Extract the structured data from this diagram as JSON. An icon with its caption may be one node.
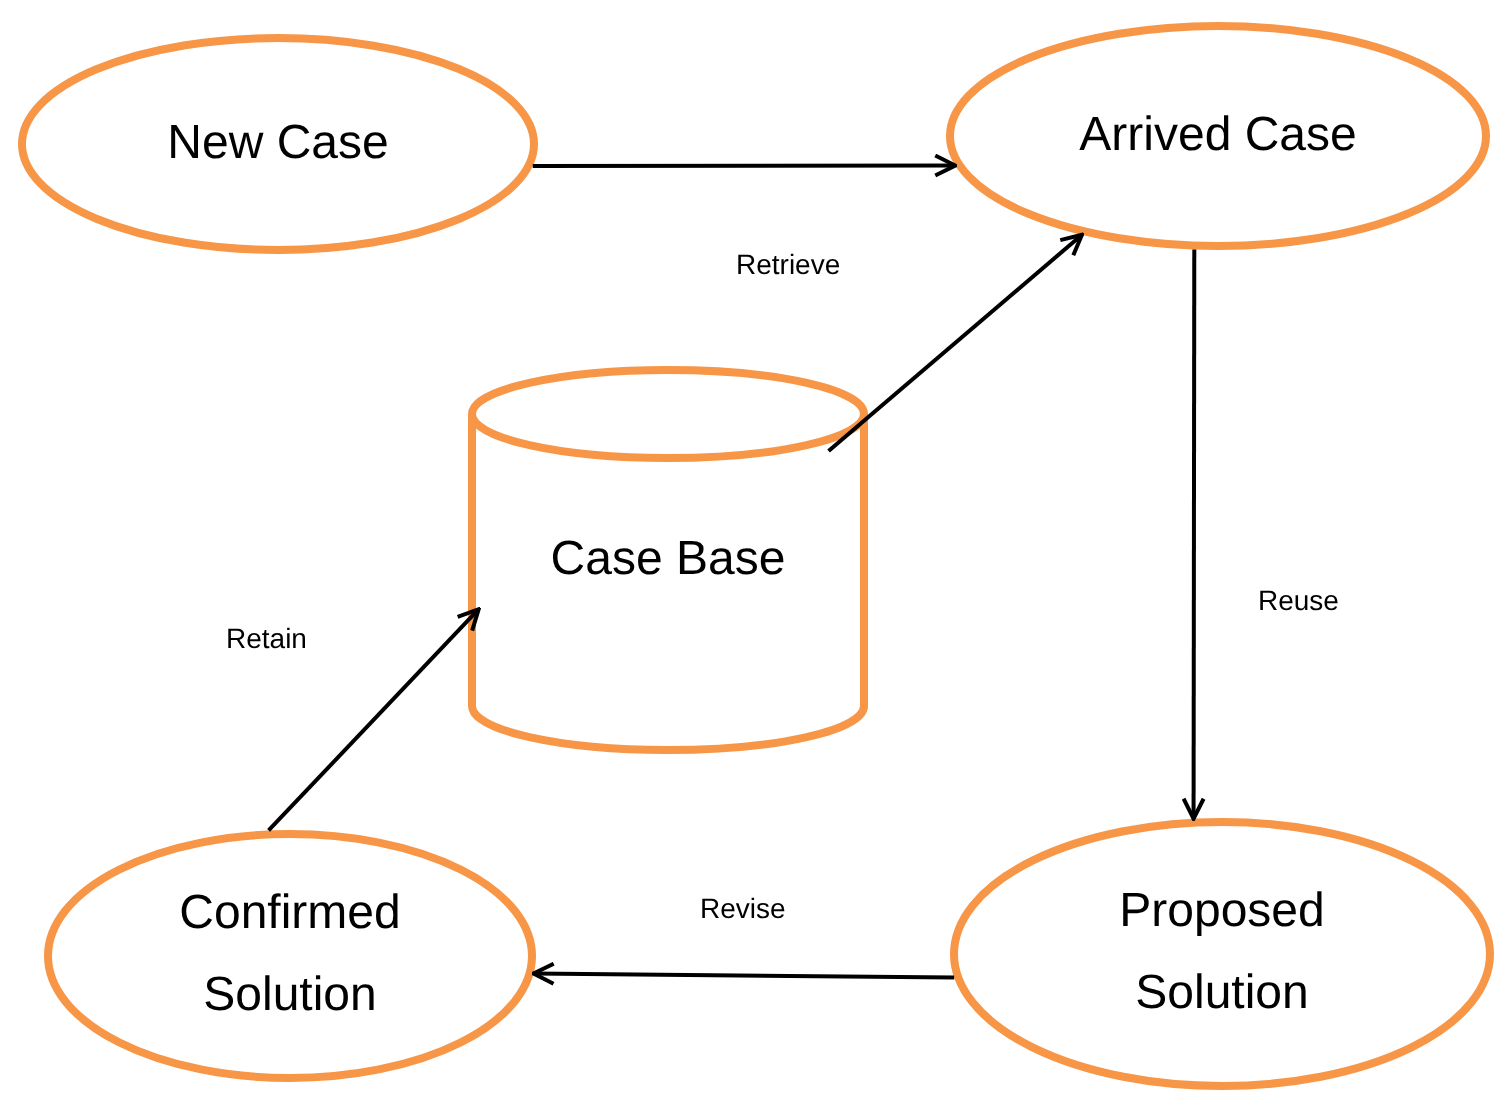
{
  "diagram": {
    "nodes": [
      {
        "text": [
          "New Case"
        ]
      },
      {
        "text": [
          "Arrived Case"
        ]
      },
      {
        "text": [
          "Case Base"
        ]
      },
      {
        "text": [
          "Confirmed Solution"
        ]
      },
      {
        "text": [
          "Proposed Solution"
        ]
      }
    ],
    "edges": [
      {
        "from": 0,
        "to": 1,
        "arrow": "to"
      },
      {
        "from": 2,
        "to": 1,
        "arrow": "to",
        "label": "Retrieve"
      },
      {
        "from": 1,
        "to": 4,
        "arrow": "to",
        "label": "Reuse"
      },
      {
        "from": 4,
        "to": 3,
        "arrow": "to",
        "label": "Revise"
      },
      {
        "from": 3,
        "to": 2,
        "arrow": "to",
        "label": "Retain"
      }
    ]
  }
}
